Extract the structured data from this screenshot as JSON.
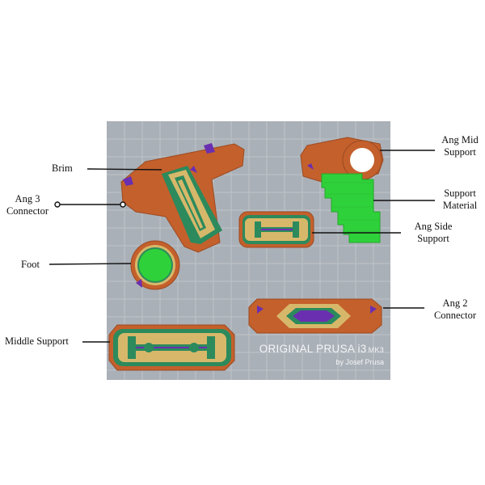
{
  "labels": {
    "brim": "Brim",
    "ang3_connector": "Ang 3\nConnector",
    "foot": "Foot",
    "middle_support": "Middle Support",
    "ang_mid_support": "Ang Mid\nSupport",
    "support_material": "Support\nMaterial",
    "ang_side_support": "Ang Side\nSupport",
    "ang2_connector": "Ang 2\nConnector"
  },
  "brand": {
    "name": "ORIGINAL PRUSA i3",
    "model": "MK3",
    "byline": "by Josef Prusa"
  },
  "colors": {
    "bed": "#aab0b7",
    "grid": "#c4c8cd",
    "part_orange": "#c4602c",
    "perimeter_green": "#2c8a5c",
    "infill_yellow": "#d7b86a",
    "support_green": "#2fd13a",
    "overhang_purple": "#6a2fb0",
    "leader_line": "#111111"
  }
}
